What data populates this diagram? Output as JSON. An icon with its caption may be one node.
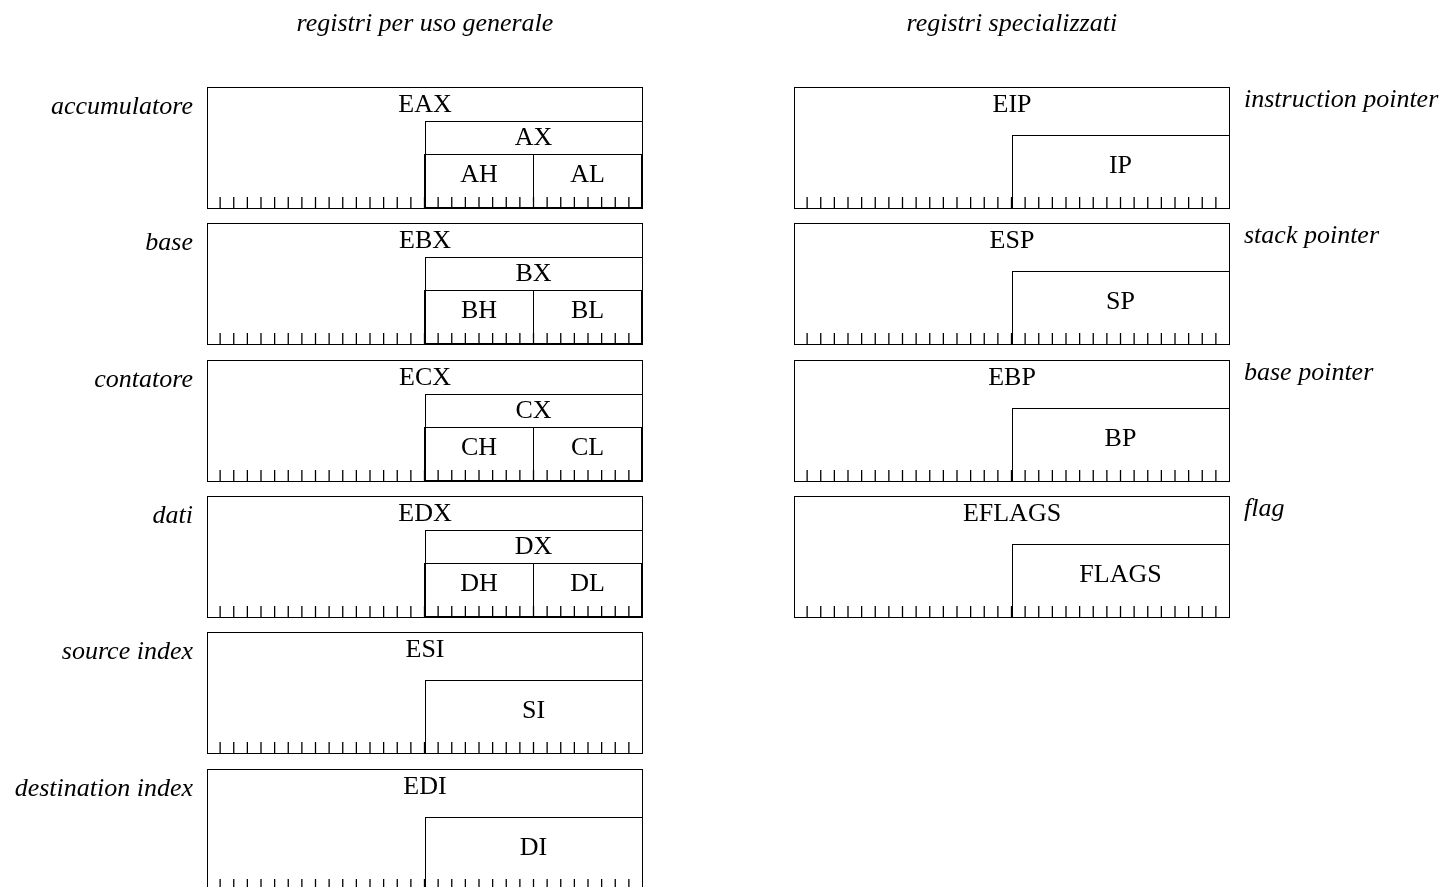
{
  "diagram": {
    "nodes": [
      {
        "text": [
          "EAX"
        ],
        "beside": [
          "accumulatore"
        ]
      },
      {
        "text": [
          "AX"
        ],
        "in": 0
      },
      {
        "text": [
          "AH"
        ],
        "in": 1
      },
      {
        "text": [
          "AL"
        ],
        "in": 1
      },
      {
        "text": [
          "EBX"
        ],
        "beside": [
          "base"
        ]
      },
      {
        "text": [
          "BX"
        ],
        "in": 4
      },
      {
        "text": [
          "BH"
        ],
        "in": 5
      },
      {
        "text": [
          "BL"
        ],
        "in": 5
      },
      {
        "text": [
          "ECX"
        ],
        "beside": [
          "contatore"
        ]
      },
      {
        "text": [
          "CX"
        ],
        "in": 8
      },
      {
        "text": [
          "CH"
        ],
        "in": 9
      },
      {
        "text": [
          "CL"
        ],
        "in": 9
      },
      {
        "text": [
          "EDX"
        ],
        "beside": [
          "dati"
        ]
      },
      {
        "text": [
          "DX"
        ],
        "in": 12
      },
      {
        "text": [
          "DH"
        ],
        "in": 13
      },
      {
        "text": [
          "DL"
        ],
        "in": 13
      },
      {
        "text": [
          "ESI"
        ],
        "beside": [
          "source index"
        ]
      },
      {
        "text": [
          "SI"
        ],
        "in": 16
      },
      {
        "text": [
          "EDI"
        ],
        "beside": [
          "destination index"
        ]
      },
      {
        "text": [
          "DI"
        ],
        "in": 18
      },
      {
        "text": [
          "EIP"
        ],
        "beside": [
          "instruction pointer"
        ]
      },
      {
        "text": [
          "IP"
        ],
        "in": 20
      },
      {
        "text": [
          "ESP"
        ],
        "beside": [
          "stack pointer"
        ]
      },
      {
        "text": [
          "SP"
        ],
        "in": 22
      },
      {
        "text": [
          "EBP"
        ],
        "beside": [
          "base pointer"
        ]
      },
      {
        "text": [
          "BP"
        ],
        "in": 24
      },
      {
        "text": [
          "EFLAGS"
        ],
        "beside": [
          "flag"
        ]
      },
      {
        "text": [
          "FLAGS"
        ],
        "in": 26
      }
    ],
    "labels": [
      "registri per uso generale",
      "registri specializzati"
    ]
  }
}
